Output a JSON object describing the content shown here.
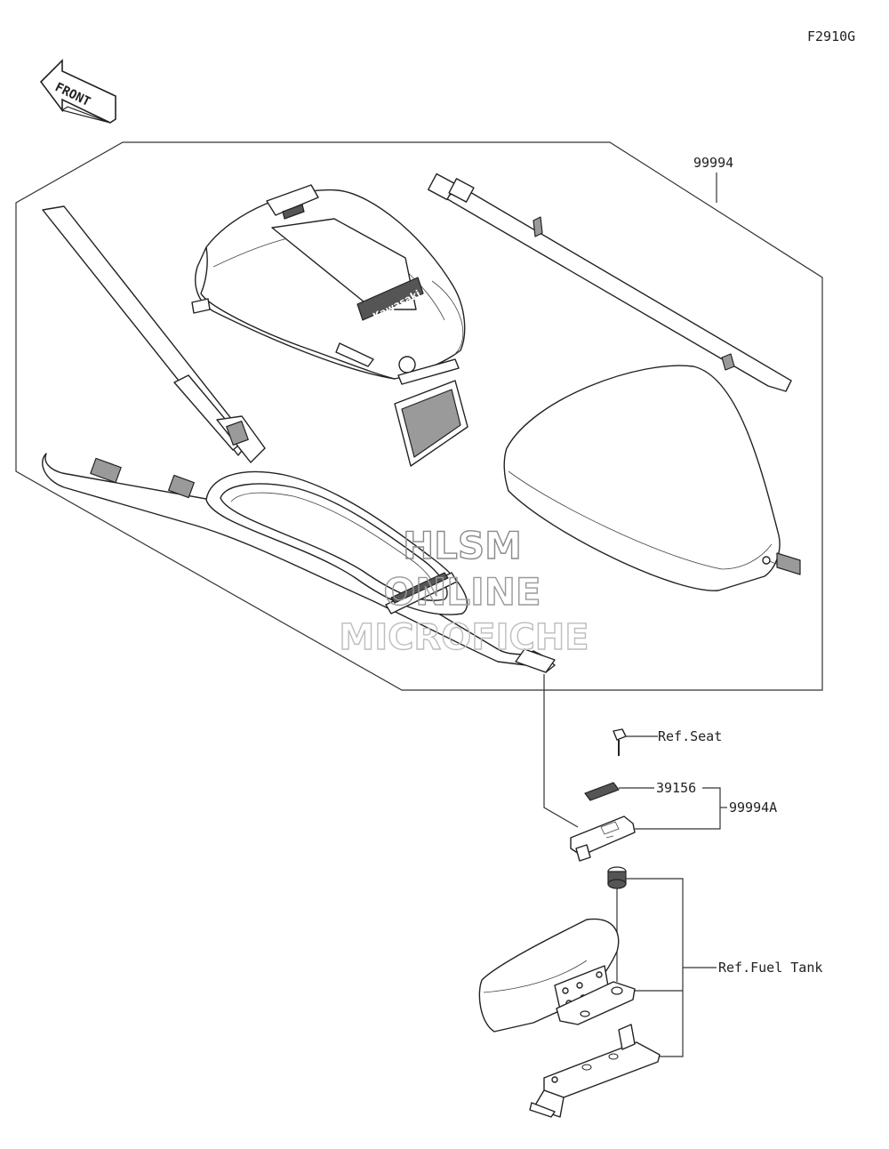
{
  "figure_code": "F2910G",
  "front_label": "FRONT",
  "brand_label": "Kawasaki",
  "callouts": {
    "kit": "99994",
    "ref_seat": "Ref.Seat",
    "sticker": "39156",
    "bracket_kit": "99994A",
    "ref_fuel_tank": "Ref.Fuel Tank"
  },
  "watermark": {
    "line1": "HLSM",
    "line2": "ONLINE",
    "line3": "MICROFICHE"
  },
  "colors": {
    "line": "#222222",
    "shade": "#9a9a9a",
    "watermark": "#b0b0b0"
  }
}
